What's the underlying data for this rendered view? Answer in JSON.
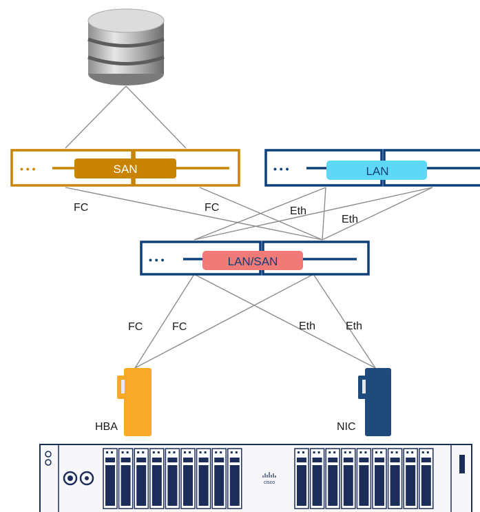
{
  "switches": {
    "san": {
      "label": "SAN",
      "dots": "• • •",
      "color": "#c98404",
      "pill_color": "#c98404"
    },
    "lan": {
      "label": "LAN",
      "dots": "• • •",
      "color": "#0d3f7a",
      "pill_color": "#5fd8f5"
    },
    "lan_san": {
      "label": "LAN/SAN",
      "dots": "• • •",
      "color": "#0d3f7a",
      "pill_color": "#ef7a78"
    }
  },
  "links": {
    "fc_left_upper": "FC",
    "fc_right_upper": "FC",
    "eth_upper_1": "Eth",
    "eth_upper_2": "Eth",
    "fc_lower_1": "FC",
    "fc_lower_2": "FC",
    "eth_lower_1": "Eth",
    "eth_lower_2": "Eth"
  },
  "adapters": {
    "hba": {
      "label": "HBA",
      "color": "#f8a928"
    },
    "nic": {
      "label": "NIC",
      "color": "#1f4a7c"
    }
  },
  "server": {
    "logo_text": "cisco"
  },
  "colors": {
    "line": "#8c8c8c",
    "server_outline": "#1c2d5a"
  }
}
